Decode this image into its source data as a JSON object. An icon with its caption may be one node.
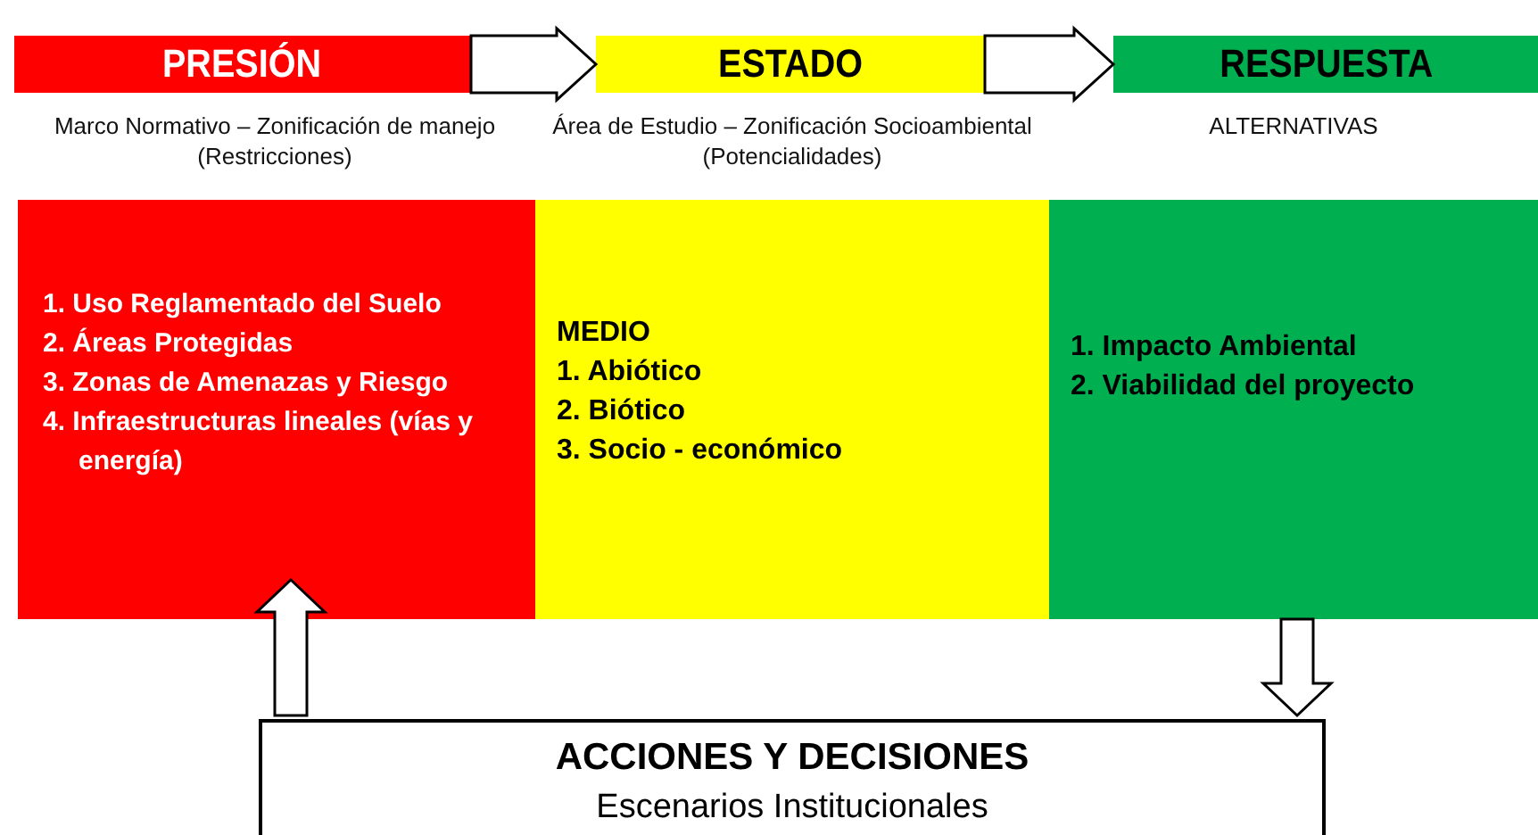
{
  "diagram": {
    "nodes": [
      {
        "text": [
          "PRESIÓN"
        ],
        "beside": [
          "Marco Normativo – Zonificación de manejo (Restricciones)"
        ]
      },
      {
        "text": [
          "ESTADO"
        ],
        "beside": [
          "Área de Estudio – Zonificación Socioambiental (Potencialidades)"
        ]
      },
      {
        "text": [
          "RESPUESTA"
        ],
        "beside": [
          "ALTERNATIVAS"
        ]
      },
      {
        "text": [
          "1. Uso Reglamentado del Suelo",
          "2. Áreas Protegidas",
          "3. Zonas de Amenazas y Riesgo",
          "4. Infraestructuras lineales (vías y energía)"
        ]
      },
      {
        "text": [
          "MEDIO",
          "1. Abiótico",
          "2. Biótico",
          "3. Socio - económico"
        ]
      },
      {
        "text": [
          "1. Impacto Ambiental",
          "2. Viabilidad del proyecto"
        ]
      },
      {
        "text": [
          "ACCIONES Y DECISIONES",
          "Escenarios Institucionales"
        ]
      }
    ],
    "edges": [
      {
        "from": 0,
        "to": 1,
        "arrow": "to"
      },
      {
        "from": 1,
        "to": 2,
        "arrow": "to"
      },
      {
        "from": 5,
        "to": 6,
        "arrow": "to"
      },
      {
        "from": 6,
        "to": 3,
        "arrow": "to"
      }
    ]
  }
}
